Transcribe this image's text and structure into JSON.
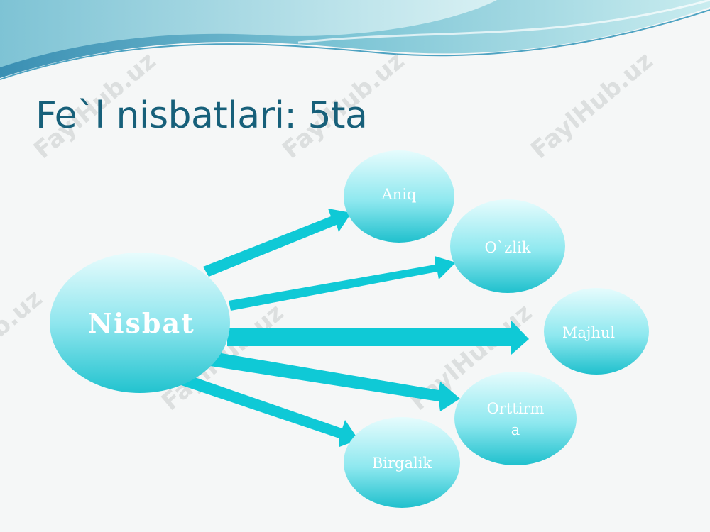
{
  "slide": {
    "title": "Fe`l nisbatlari: 5ta"
  },
  "diagram": {
    "center": "Nisbat",
    "branches": [
      {
        "id": "aniq",
        "label": [
          "Aniq"
        ]
      },
      {
        "id": "ozlik",
        "label": [
          "O`zlik"
        ]
      },
      {
        "id": "majhul",
        "label": [
          "Majhul"
        ]
      },
      {
        "id": "orttirma",
        "label": [
          "Orttirm",
          "a"
        ]
      },
      {
        "id": "birgalik",
        "label": [
          "Birgalik"
        ]
      }
    ]
  },
  "watermark": "FaylHub.uz",
  "colors": {
    "title": "#17607a",
    "arrow": "#0fc9d6",
    "bubble_light": "#ddfafc",
    "bubble_dark": "#20c2cf",
    "header_wave": "#6cc3d0"
  }
}
